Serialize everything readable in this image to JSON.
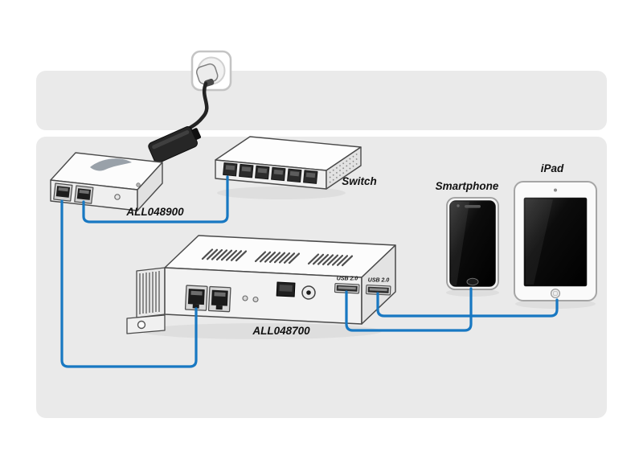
{
  "colors": {
    "cable": "#1878c2",
    "band": "#eaeaea"
  },
  "labels": {
    "injector": "ALL048900",
    "splitter": "ALL048700",
    "switch": "Switch",
    "smartphone": "Smartphone",
    "tablet": "iPad"
  },
  "ports": {
    "usb1_label": "USB 2.0",
    "usb2_label": "USB 2.0"
  }
}
